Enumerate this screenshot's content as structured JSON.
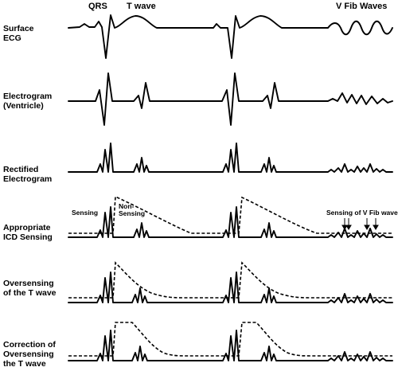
{
  "top_labels": {
    "qrs": "QRS",
    "t_wave": "T wave",
    "vfib": "V Fib Waves"
  },
  "rows": [
    {
      "label_lines": [
        "Surface",
        "ECG"
      ]
    },
    {
      "label_lines": [
        "Electrogram",
        "(Ventricle)"
      ]
    },
    {
      "label_lines": [
        "Rectified",
        "Electrogram"
      ]
    },
    {
      "label_lines": [
        "Appropriate",
        "ICD Sensing"
      ]
    },
    {
      "label_lines": [
        "Oversensing",
        "of the T wave"
      ]
    },
    {
      "label_lines": [
        "Correction of",
        "Oversensing",
        "the T wave"
      ]
    }
  ],
  "annotations": {
    "sensing": "Sensing",
    "non_sensing_lines": [
      "Non-",
      "Sensing"
    ],
    "sensing_vfib": "Sensing of V Fib waves"
  }
}
